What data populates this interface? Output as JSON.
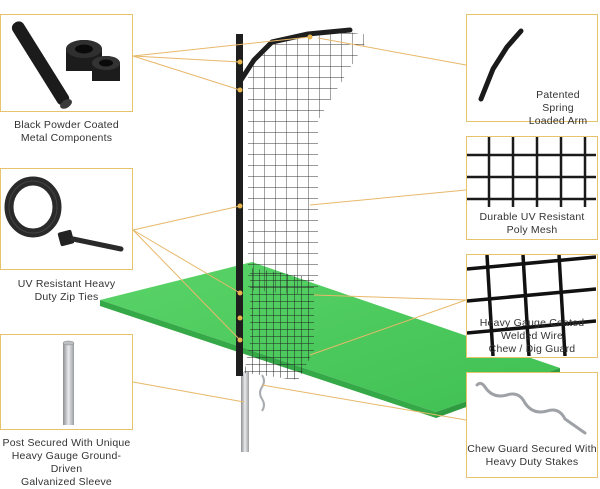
{
  "colors": {
    "accent_gold": "#e7c36d",
    "leader_line": "#e8b86a",
    "ground_green": "#4ccb5c",
    "metal_black": "#1e1e1e",
    "text": "#333333"
  },
  "callouts": {
    "black_powder": {
      "icon": "black-metal-pipe-fittings",
      "line1": "Black Powder Coated",
      "line2": "Metal Components"
    },
    "zip_ties": {
      "icon": "zip-tie",
      "line1": "UV Resistant Heavy",
      "line2": "Duty Zip Ties"
    },
    "post_sleeve": {
      "icon": "ground-sleeve",
      "line1": "Post Secured With Unique",
      "line2": "Heavy Gauge Ground-Driven",
      "line3": "Galvanized Sleeve"
    },
    "spring_arm": {
      "icon": "spring-arm",
      "line1": "Patented Spring",
      "line2": "Loaded Arm"
    },
    "poly_mesh": {
      "icon": "poly-mesh",
      "line1": "Durable UV Resistant",
      "line2": "Poly Mesh"
    },
    "welded_wire": {
      "icon": "welded-wire",
      "line1": "Heavy Gauge Coated",
      "line2": "Welded Wire",
      "line3": "Chew / Dig Guard"
    },
    "stakes": {
      "icon": "stake",
      "line1": "Chew Guard Secured With",
      "line2": "Heavy Duty Stakes"
    }
  }
}
